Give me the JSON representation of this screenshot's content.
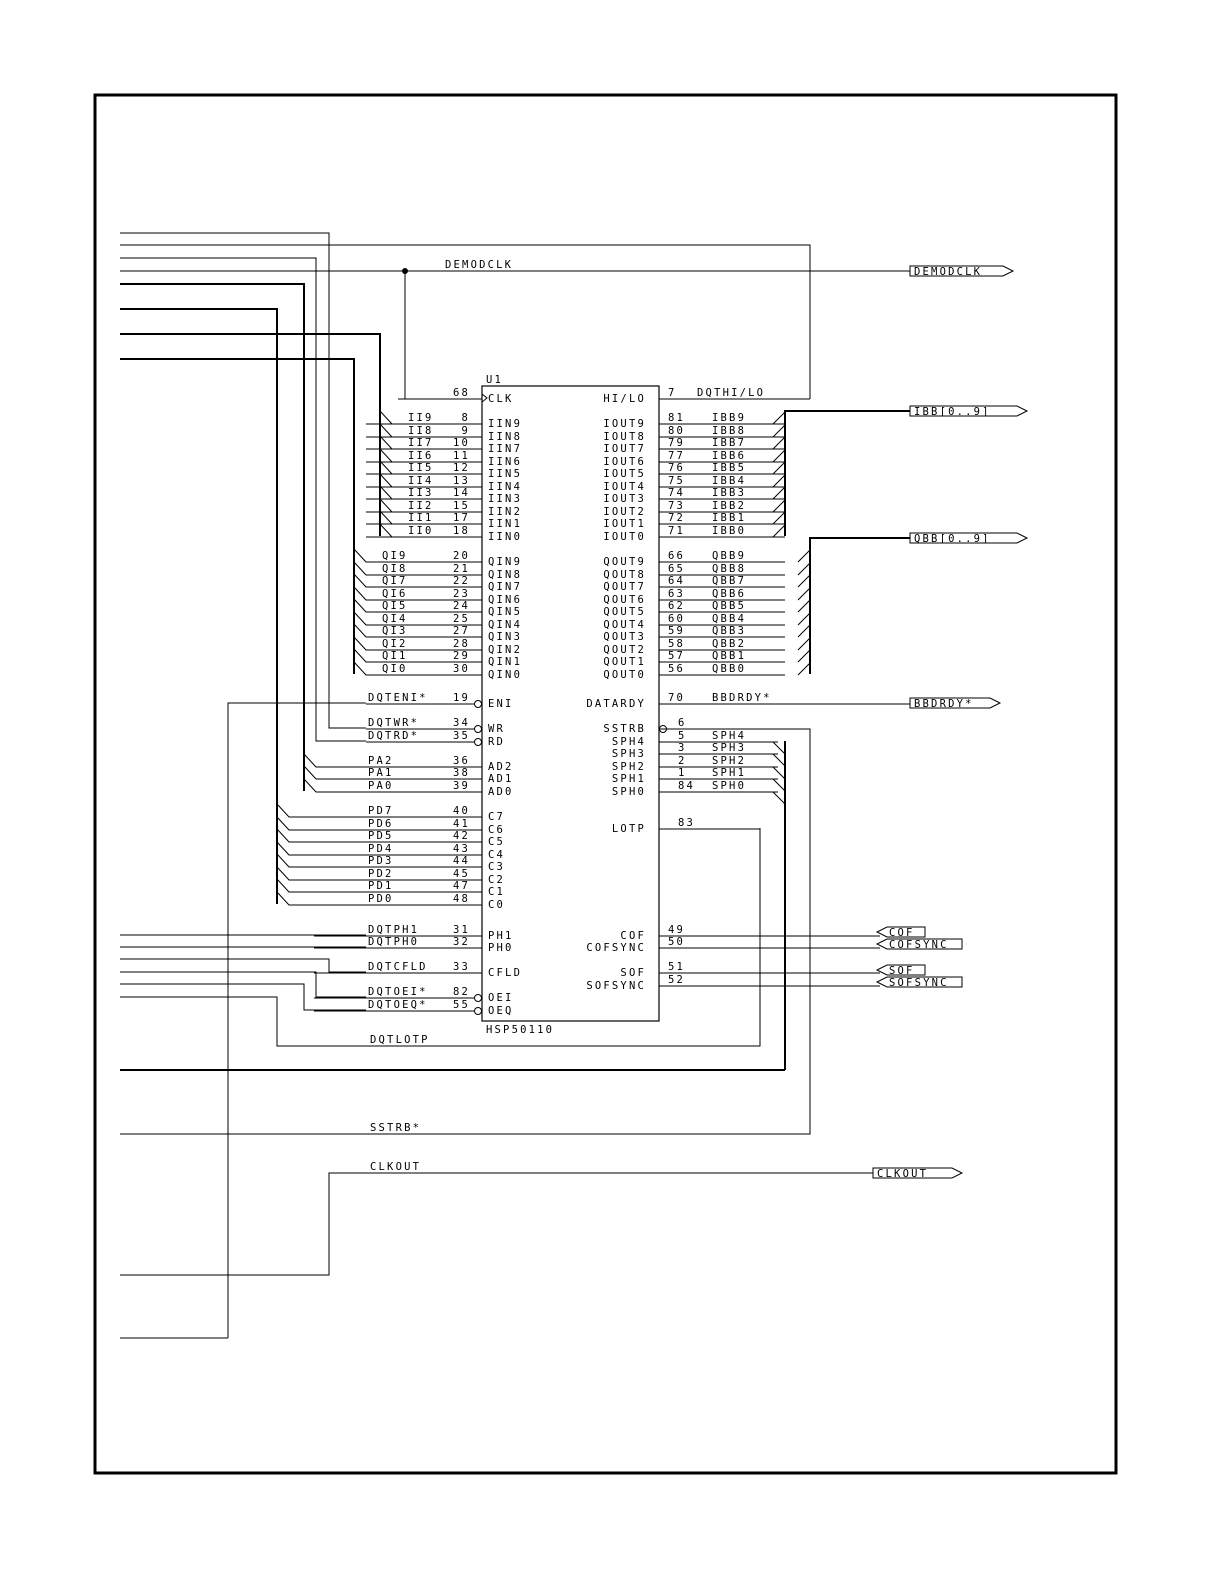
{
  "chip": {
    "ref": "U1",
    "part": "HSP50110",
    "left_pins": [
      {
        "net": "",
        "num": "68",
        "pin": "CLK"
      },
      {
        "net": "II9",
        "num": "8",
        "pin": "IIN9"
      },
      {
        "net": "II8",
        "num": "9",
        "pin": "IIN8"
      },
      {
        "net": "II7",
        "num": "10",
        "pin": "IIN7"
      },
      {
        "net": "II6",
        "num": "11",
        "pin": "IIN6"
      },
      {
        "net": "II5",
        "num": "12",
        "pin": "IIN5"
      },
      {
        "net": "II4",
        "num": "13",
        "pin": "IIN4"
      },
      {
        "net": "II3",
        "num": "14",
        "pin": "IIN3"
      },
      {
        "net": "II2",
        "num": "15",
        "pin": "IIN2"
      },
      {
        "net": "II1",
        "num": "17",
        "pin": "IIN1"
      },
      {
        "net": "II0",
        "num": "18",
        "pin": "IIN0"
      },
      {
        "net": "QI9",
        "num": "20",
        "pin": "QIN9"
      },
      {
        "net": "QI8",
        "num": "21",
        "pin": "QIN8"
      },
      {
        "net": "QI7",
        "num": "22",
        "pin": "QIN7"
      },
      {
        "net": "QI6",
        "num": "23",
        "pin": "QIN6"
      },
      {
        "net": "QI5",
        "num": "24",
        "pin": "QIN5"
      },
      {
        "net": "QI4",
        "num": "25",
        "pin": "QIN4"
      },
      {
        "net": "QI3",
        "num": "27",
        "pin": "QIN3"
      },
      {
        "net": "QI2",
        "num": "28",
        "pin": "QIN2"
      },
      {
        "net": "QI1",
        "num": "29",
        "pin": "QIN1"
      },
      {
        "net": "QI0",
        "num": "30",
        "pin": "QIN0"
      },
      {
        "net": "DQTENI*",
        "num": "19",
        "pin": "ENI"
      },
      {
        "net": "DQTWR*",
        "num": "34",
        "pin": "WR"
      },
      {
        "net": "DQTRD*",
        "num": "35",
        "pin": "RD"
      },
      {
        "net": "PA2",
        "num": "36",
        "pin": "AD2"
      },
      {
        "net": "PA1",
        "num": "38",
        "pin": "AD1"
      },
      {
        "net": "PA0",
        "num": "39",
        "pin": "AD0"
      },
      {
        "net": "PD7",
        "num": "40",
        "pin": "C7"
      },
      {
        "net": "PD6",
        "num": "41",
        "pin": "C6"
      },
      {
        "net": "PD5",
        "num": "42",
        "pin": "C5"
      },
      {
        "net": "PD4",
        "num": "43",
        "pin": "C4"
      },
      {
        "net": "PD3",
        "num": "44",
        "pin": "C3"
      },
      {
        "net": "PD2",
        "num": "45",
        "pin": "C2"
      },
      {
        "net": "PD1",
        "num": "47",
        "pin": "C1"
      },
      {
        "net": "PD0",
        "num": "48",
        "pin": "C0"
      },
      {
        "net": "DQTPH1",
        "num": "31",
        "pin": "PH1"
      },
      {
        "net": "DQTPH0",
        "num": "32",
        "pin": "PH0"
      },
      {
        "net": "DQTCFLD",
        "num": "33",
        "pin": "CFLD"
      },
      {
        "net": "DQTOEI*",
        "num": "82",
        "pin": "OEI"
      },
      {
        "net": "DQTOEQ*",
        "num": "55",
        "pin": "OEQ"
      }
    ],
    "right_pins": [
      {
        "pin": "HI/LO",
        "num": "7",
        "net": "DQTHI/LO"
      },
      {
        "pin": "IOUT9",
        "num": "81",
        "net": "IBB9"
      },
      {
        "pin": "IOUT8",
        "num": "80",
        "net": "IBB8"
      },
      {
        "pin": "IOUT7",
        "num": "79",
        "net": "IBB7"
      },
      {
        "pin": "IOUT6",
        "num": "77",
        "net": "IBB6"
      },
      {
        "pin": "IOUT5",
        "num": "76",
        "net": "IBB5"
      },
      {
        "pin": "IOUT4",
        "num": "75",
        "net": "IBB4"
      },
      {
        "pin": "IOUT3",
        "num": "74",
        "net": "IBB3"
      },
      {
        "pin": "IOUT2",
        "num": "73",
        "net": "IBB2"
      },
      {
        "pin": "IOUT1",
        "num": "72",
        "net": "IBB1"
      },
      {
        "pin": "IOUT0",
        "num": "71",
        "net": "IBB0"
      },
      {
        "pin": "QOUT9",
        "num": "66",
        "net": "QBB9"
      },
      {
        "pin": "QOUT8",
        "num": "65",
        "net": "QBB8"
      },
      {
        "pin": "QOUT7",
        "num": "64",
        "net": "QBB7"
      },
      {
        "pin": "QOUT6",
        "num": "63",
        "net": "QBB6"
      },
      {
        "pin": "QOUT5",
        "num": "62",
        "net": "QBB5"
      },
      {
        "pin": "QOUT4",
        "num": "60",
        "net": "QBB4"
      },
      {
        "pin": "QOUT3",
        "num": "59",
        "net": "QBB3"
      },
      {
        "pin": "QOUT2",
        "num": "58",
        "net": "QBB2"
      },
      {
        "pin": "QOUT1",
        "num": "57",
        "net": "QBB1"
      },
      {
        "pin": "QOUT0",
        "num": "56",
        "net": "QBB0"
      },
      {
        "pin": "DATARDY",
        "num": "70",
        "net": "BBDRDY*"
      },
      {
        "pin": "SSTRB",
        "num": "6",
        "net": ""
      },
      {
        "pin": "SPH4",
        "num": "5",
        "net": "SPH4"
      },
      {
        "pin": "SPH3",
        "num": "3",
        "net": "SPH3"
      },
      {
        "pin": "SPH2",
        "num": "2",
        "net": "SPH2"
      },
      {
        "pin": "SPH1",
        "num": "1",
        "net": "SPH1"
      },
      {
        "pin": "SPH0",
        "num": "84",
        "net": "SPH0"
      },
      {
        "pin": "LOTP",
        "num": "83",
        "net": ""
      },
      {
        "pin": "COF",
        "num": "49",
        "net": ""
      },
      {
        "pin": "COFSYNC",
        "num": "50",
        "net": ""
      },
      {
        "pin": "SOF",
        "num": "51",
        "net": ""
      },
      {
        "pin": "SOFSYNC",
        "num": "52",
        "net": ""
      }
    ]
  },
  "nets": {
    "demodclk": "DEMODCLK",
    "dqtlotp": "DQTLOTP",
    "sstrb": "SSTRB*",
    "clkout": "CLKOUT"
  },
  "ports": {
    "demodclk": "DEMODCLK",
    "ibb": "IBB[0..9]",
    "qbb": "QBB[0..9]",
    "bbdrdy": "BBDRDY*",
    "cof": "COF",
    "cofsync": "COFSYNC",
    "sof": "SOF",
    "sofsync": "SOFSYNC",
    "clkout": "CLKOUT"
  }
}
